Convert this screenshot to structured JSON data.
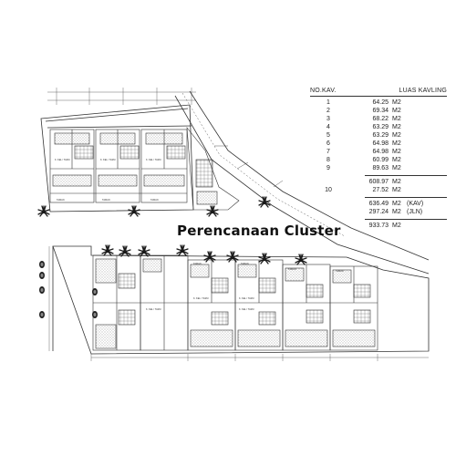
{
  "title": "Perencanaan Cluster",
  "table": {
    "header_no": "NO.KAV.",
    "header_area": "LUAS  KAVLING",
    "rows": [
      {
        "no": "1",
        "area": "64.25",
        "unit": "M2",
        "note": ""
      },
      {
        "no": "2",
        "area": "69.34",
        "unit": "M2",
        "note": ""
      },
      {
        "no": "3",
        "area": "68.22",
        "unit": "M2",
        "note": ""
      },
      {
        "no": "4",
        "area": "63.29",
        "unit": "M2",
        "note": ""
      },
      {
        "no": "5",
        "area": "63.29",
        "unit": "M2",
        "note": ""
      },
      {
        "no": "6",
        "area": "64.98",
        "unit": "M2",
        "note": ""
      },
      {
        "no": "7",
        "area": "64.98",
        "unit": "M2",
        "note": ""
      },
      {
        "no": "8",
        "area": "60.99",
        "unit": "M2",
        "note": ""
      },
      {
        "no": "9",
        "area": "89.63",
        "unit": "M2",
        "note": ""
      }
    ],
    "subtotal": {
      "no": "",
      "area": "608.97",
      "unit": "M2",
      "note": ""
    },
    "row10": {
      "no": "10",
      "area": "27.52",
      "unit": "M2",
      "note": ""
    },
    "kav": {
      "no": "",
      "area": "636.49",
      "unit": "M2",
      "note": "(KAV)"
    },
    "jln": {
      "no": "",
      "area": "297.24",
      "unit": "M2",
      "note": "(JLN)"
    },
    "total": {
      "no": "",
      "area": "933.73",
      "unit": "M2",
      "note": ""
    }
  },
  "colors": {
    "line": "#333333",
    "hatch": "#777777",
    "tree": "#1a1a1a"
  }
}
